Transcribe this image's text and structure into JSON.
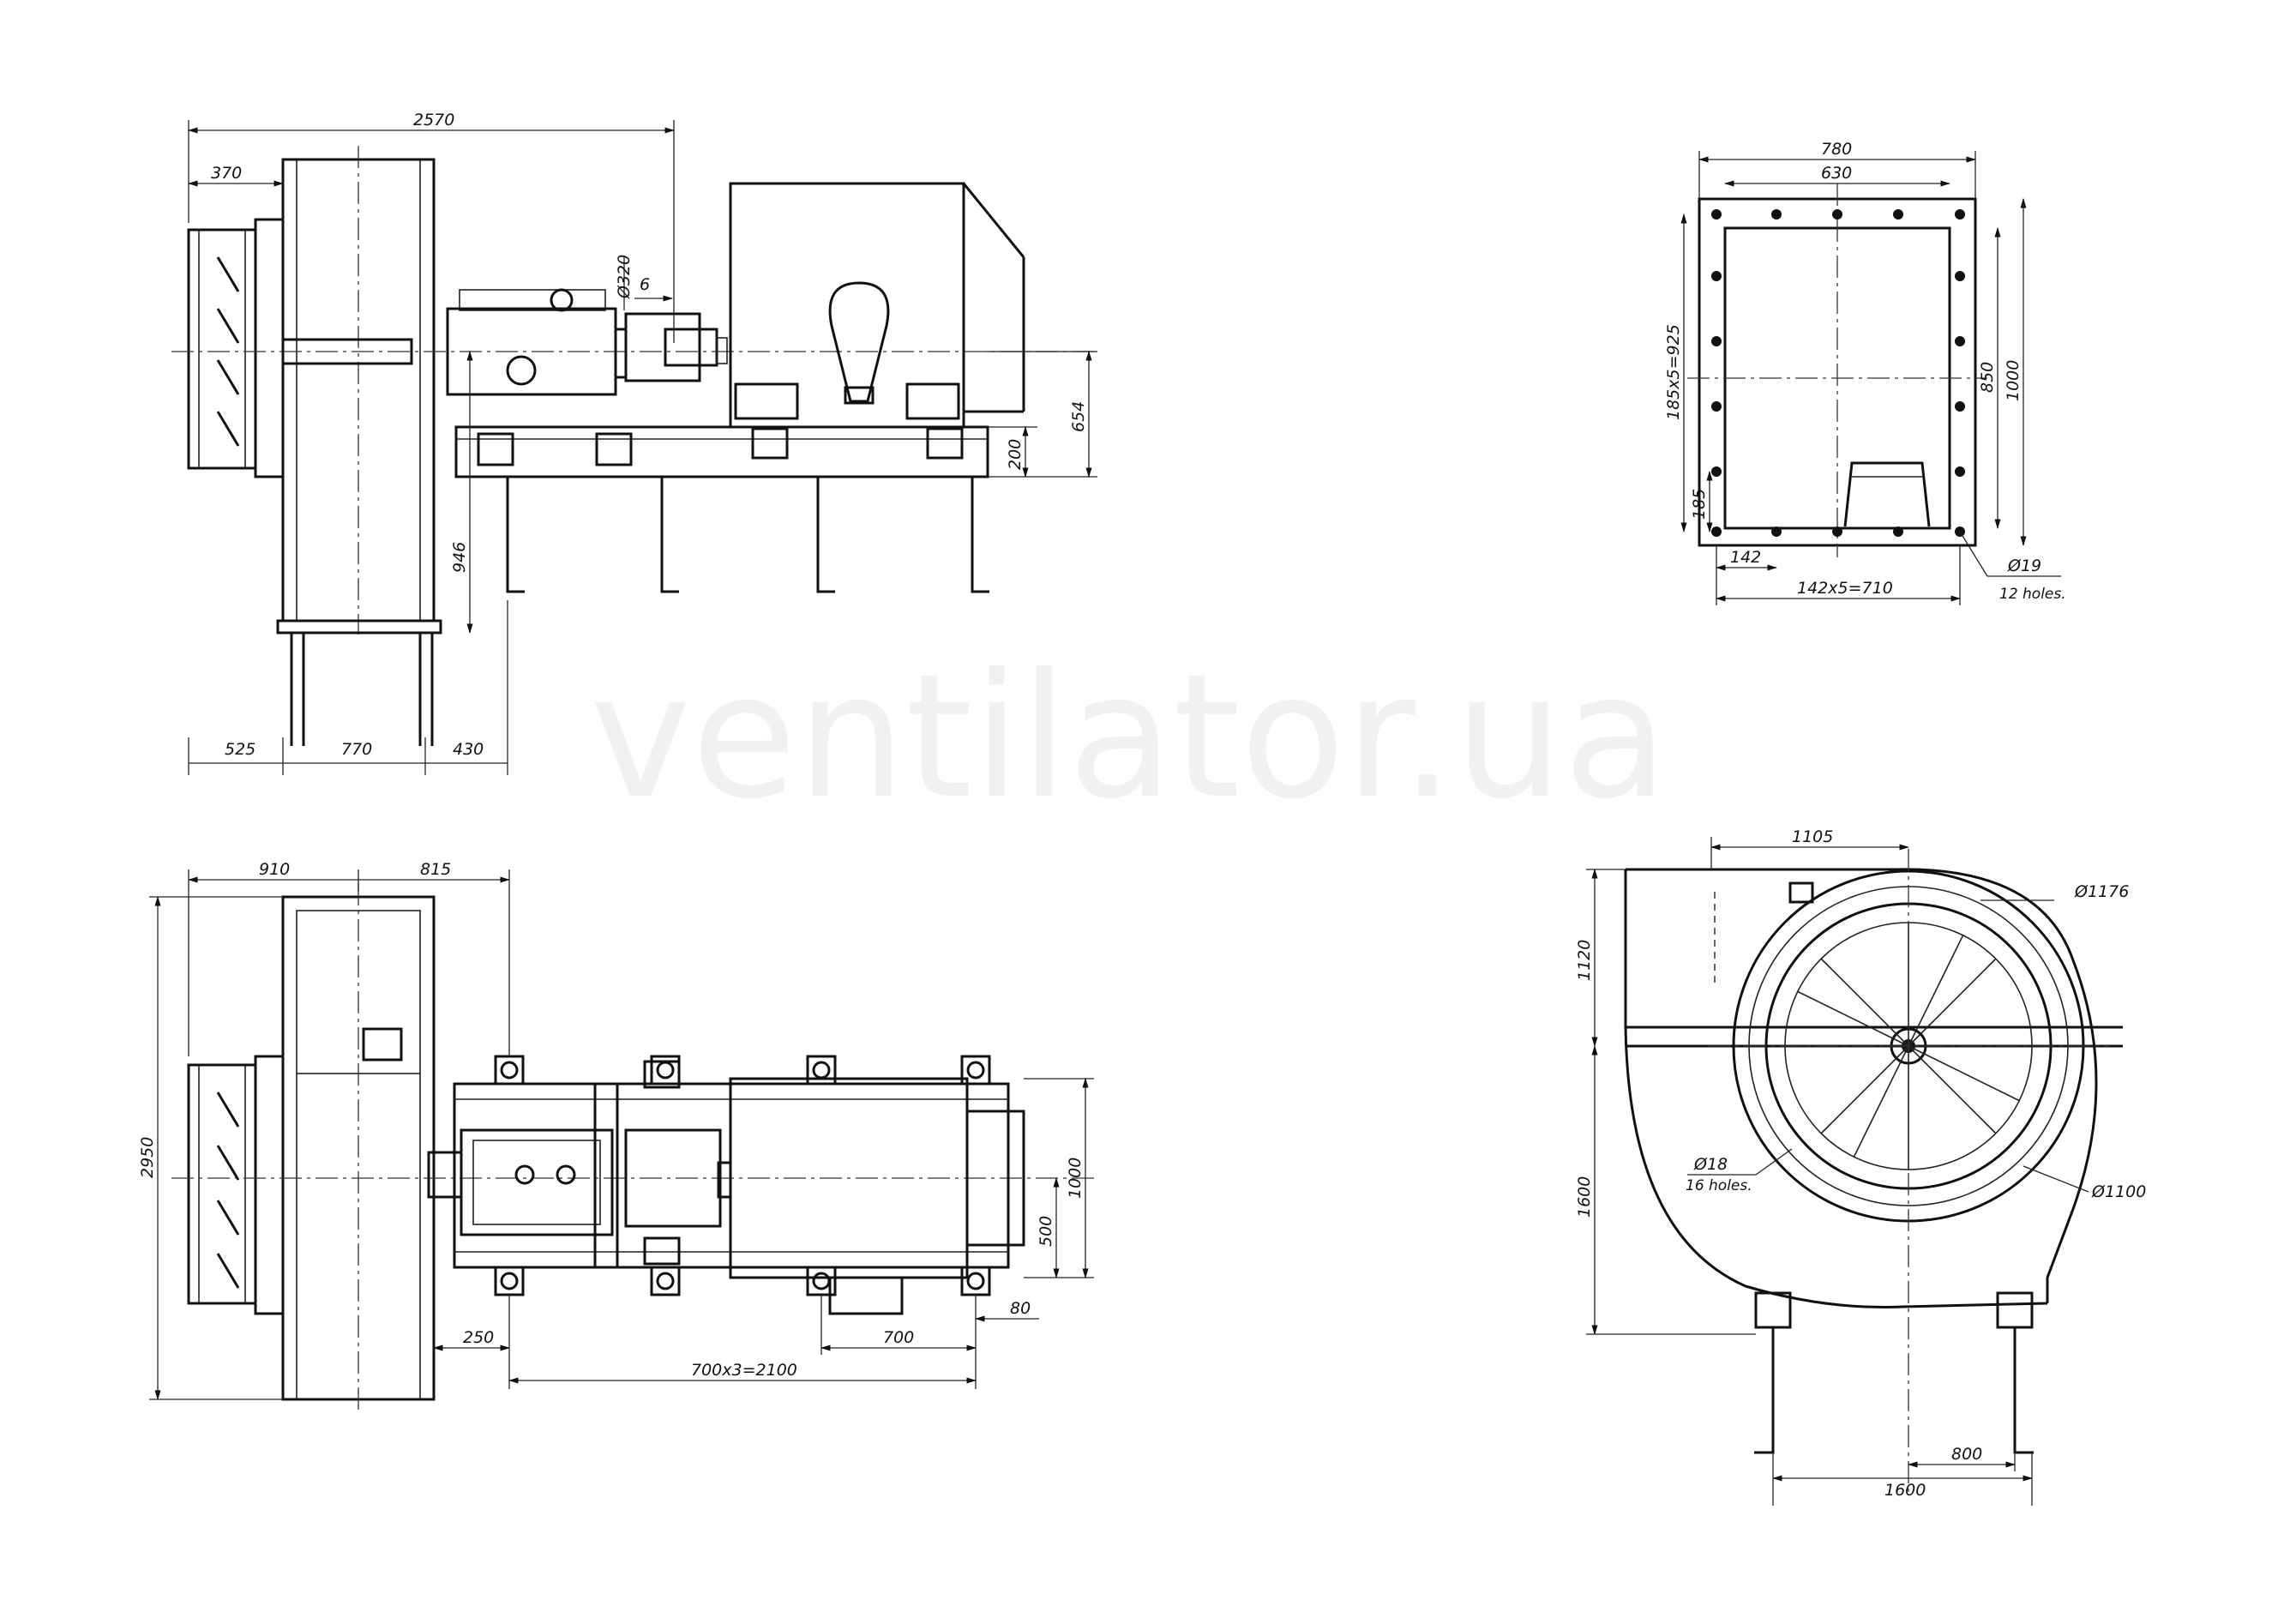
{
  "watermark": "ventilator.ua",
  "side_view": {
    "dims": {
      "overall": "2570",
      "inlet": "370",
      "shaft_dia": "Ø320",
      "gap": "6",
      "height": "654",
      "frame": "200",
      "axis_height": "946",
      "b1": "525",
      "b2": "770",
      "b3": "430"
    }
  },
  "inlet_view": {
    "dims": {
      "outer_w": "780",
      "inner_w": "630",
      "hole_row": "185x5=925",
      "inner_h": "850",
      "outer_h": "1000",
      "hole_step_v": "185",
      "hole_step_h": "142",
      "hole_row_h": "142x5=710",
      "holes_dia": "Ø19",
      "holes_count": "12 holes."
    }
  },
  "plan_view": {
    "dims": {
      "a": "910",
      "b": "815",
      "overall": "2950",
      "width": "1000",
      "half": "500",
      "offset": "250",
      "motor": "700",
      "edge": "80",
      "spacing": "700x3=2100"
    }
  },
  "front_view": {
    "dims": {
      "top": "1105",
      "outer_dia": "Ø1176",
      "height_top": "1120",
      "height_bottom": "1600",
      "bolt_dia": "Ø18",
      "bolt_count": "16 holes.",
      "inner_dia": "Ø1100",
      "half_base": "800",
      "base": "1600"
    }
  }
}
